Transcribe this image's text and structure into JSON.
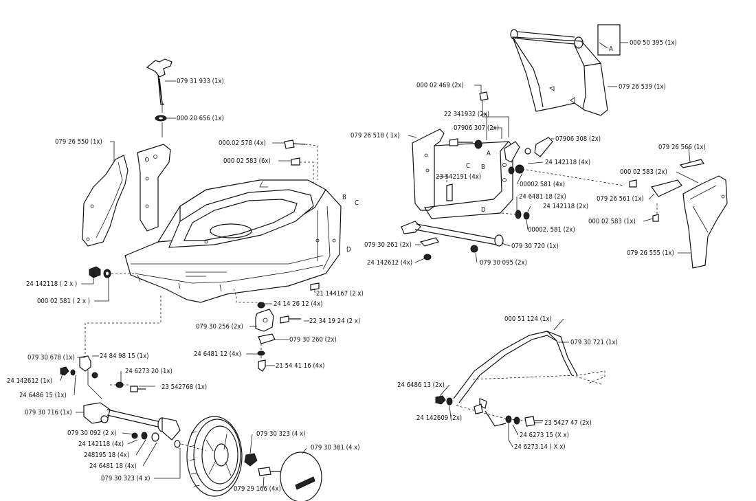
{
  "labels": {
    "L01": "079 31 933 (1x)",
    "L02": "000 20 656 (1x)",
    "L03": "079 26 550  (1x)",
    "L04": "000.02 578  (4x)",
    "L05": "000 02 583  (6x)",
    "L06": "24 142118 ( 2 x )",
    "L07": "000 02 581 ( 2 x )",
    "L08": "21 144167  (2 x)",
    "L09": "24 14 26 12  (4x)",
    "L10": "079 30 256  (2x)",
    "L11": "22 34 19 24  (2 x)",
    "L12": "079 30 260  (2x)",
    "L13": "24 6481 12  (4x)",
    "L14": "21 54 41 16  (4x)",
    "L15": "079 30 678  (1x)",
    "L16": "24 84 98 15  (1x)",
    "L17": "24 142612  (1x)",
    "L18": "24 6486 15  (1x)",
    "L19": "24 6273 20  (1x)",
    "L20": "23 542768  (1x)",
    "L21": "079 30 716  (1x)",
    "L22": "079 30 092  (2 x)",
    "L23": "24 142118  (4x)",
    "L24": "248195 18  (4x)",
    "L25": "24 6481 18  (4x)",
    "L26": "079 30 323 (4 x)",
    "L27": "079 30 323  (4 x)",
    "L28": "079 30 381  (4 x)",
    "L29": "079 29 166 (4x)",
    "L30": "000 50 395  (1x)",
    "L31": "079 26 539  (1x)",
    "L32": "000 02 469  (2x)",
    "L33": "22 341932  (2x)",
    "L34": "079 26 518  ( 1x)",
    "L35": "07906 307  (2x)",
    "L36": "07906 308  (2x)",
    "L37": "24 142118  (4x)",
    "L38": "23 542191  (4x)",
    "L39": "00002 581  (4x)",
    "L40": "24 6481 18  (2x)",
    "L41": "24 142118  (2x)",
    "L42": "00002. 581  (2x)",
    "L43": "079 30 261  (2x)",
    "L44": "079 30 720  (1x)",
    "L45": "24 142612  (4x)",
    "L46": "079 30 095  (2x)",
    "L47": "079 26 566  (1x)",
    "L48": "000 02 583  (2x)",
    "L49": "079 26 561 (1x)",
    "L50": "000 02 583 (1x)",
    "L51": "079 26 555  (1x)",
    "L52": "000 51 124  (1x)",
    "L53": "079 30 721  (1x)",
    "L54": "24 6486 13  (2x)",
    "L55": "24 142609  (2x)",
    "L56": "23 5427 47  (2x)",
    "L57": "24 6273 15  (X x)",
    "L58": "24 6273.14  ( X x)"
  },
  "refs": {
    "A1": "A",
    "A2": "A",
    "B1": "B",
    "B2": "B",
    "C1": "C",
    "C2": "C",
    "D1": "D",
    "D2": "D"
  }
}
